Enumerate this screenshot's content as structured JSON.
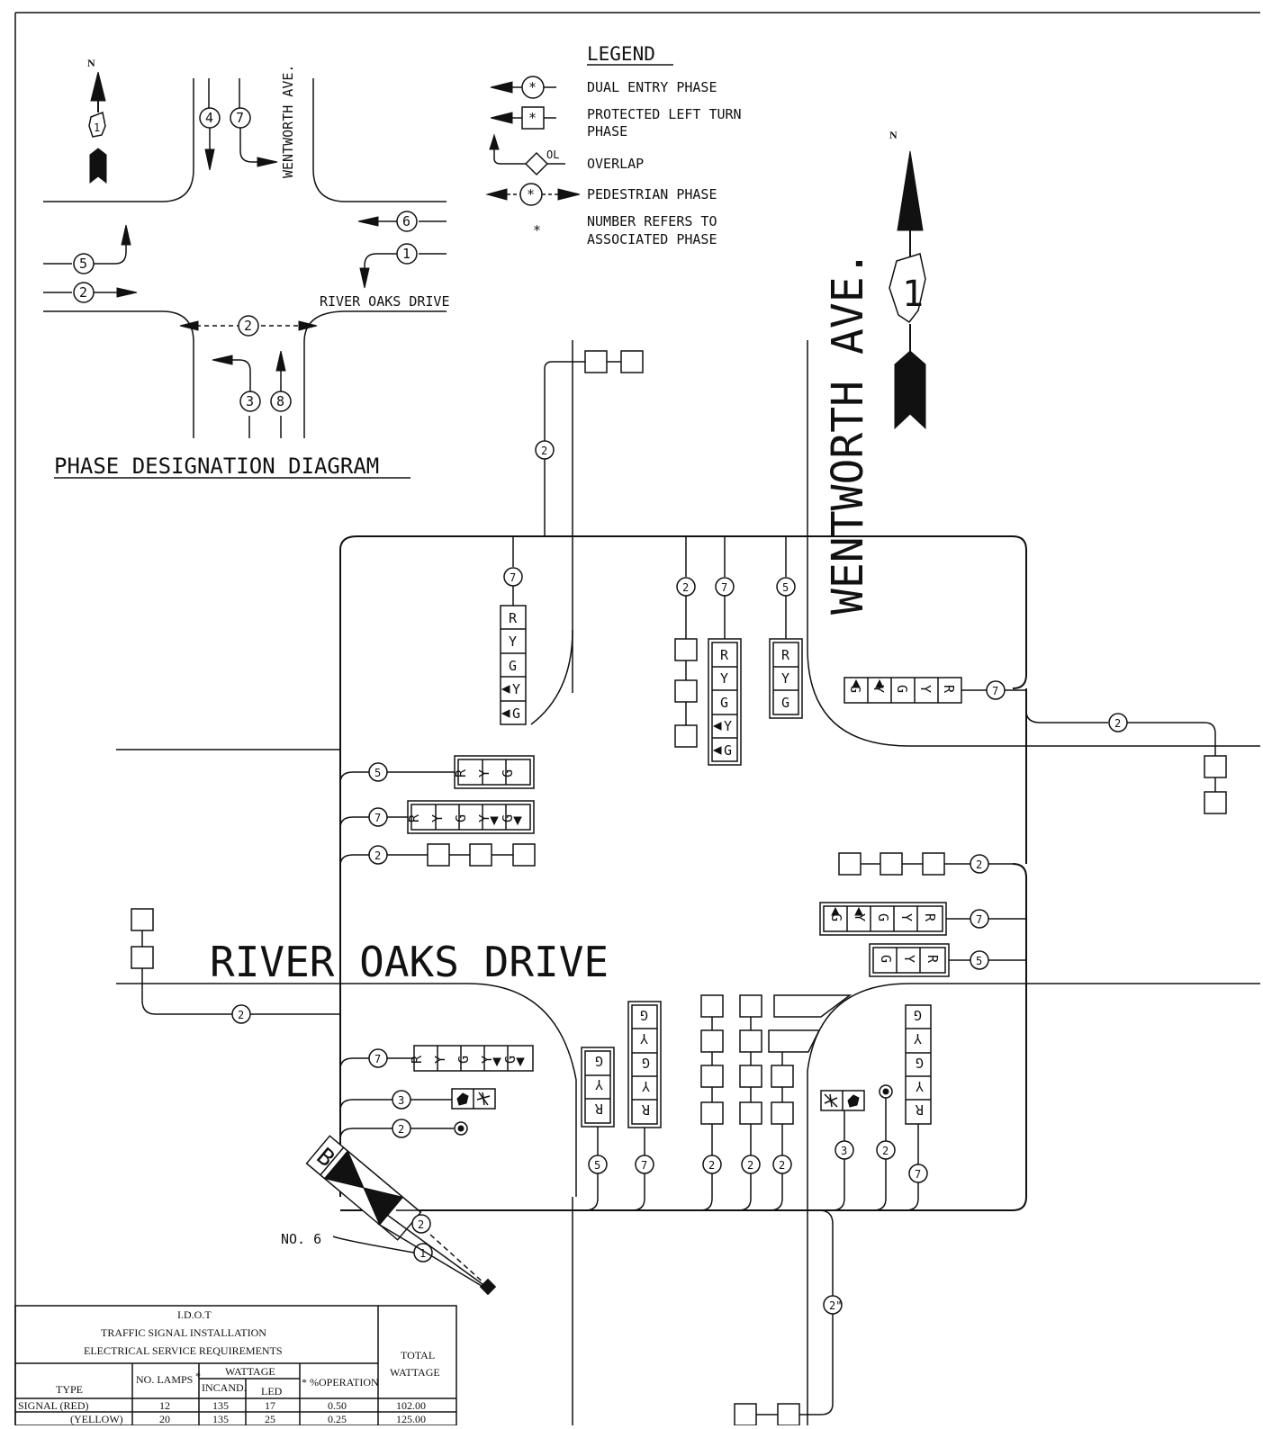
{
  "diagram": {
    "north_label": "N",
    "route_shield": "1",
    "phase_diagram": {
      "title": "PHASE DESIGNATION DIAGRAM",
      "street_ns": "WENTWORTH AVE.",
      "street_ew": "RIVER OAKS DRIVE",
      "phases": [
        "4",
        "7",
        "6",
        "1",
        "5",
        "2",
        "2",
        "3",
        "8"
      ]
    },
    "legend": {
      "title": "LEGEND",
      "items": [
        {
          "label": "DUAL ENTRY PHASE",
          "symbol": "*"
        },
        {
          "label_line1": "PROTECTED LEFT TURN",
          "label_line2": "PHASE",
          "symbol": "*"
        },
        {
          "label": "OVERLAP",
          "symbol": "OL"
        },
        {
          "label": "PEDESTRIAN PHASE",
          "symbol": "*"
        },
        {
          "label_line1": "NUMBER REFERS TO",
          "label_line2": "ASSOCIATED PHASE",
          "symbol": "*"
        }
      ]
    },
    "plan": {
      "street_ns": "WENTWORTH AVE.",
      "street_ew": "RIVER OAKS DRIVE",
      "controller": "B",
      "service_label": "NO. 6",
      "signal_letters": [
        "R",
        "Y",
        "G",
        "Y",
        "G"
      ]
    },
    "table": {
      "title_line1": "I.D.O.T",
      "title_line2": "TRAFFIC SIGNAL INSTALLATION",
      "title_line3": "ELECTRICAL SERVICE REQUIREMENTS",
      "headers": {
        "type": "TYPE",
        "lamps": "NO. LAMPS",
        "lamps_mark": "*",
        "wattage": "WATTAGE",
        "incand": "INCAND.",
        "led": "LED",
        "operation": "* %OPERATION",
        "total": "TOTAL WATTAGE",
        "total_line1": "TOTAL",
        "total_line2": "WATTAGE"
      },
      "rows": [
        {
          "type": "SIGNAL (RED)",
          "lamps": "12",
          "incand": "135",
          "led": "17",
          "operation": "0.50",
          "total": "102.00"
        },
        {
          "type": "(YELLOW)",
          "lamps": "20",
          "incand": "135",
          "led": "25",
          "operation": "0.25",
          "total": "125.00"
        }
      ]
    }
  }
}
